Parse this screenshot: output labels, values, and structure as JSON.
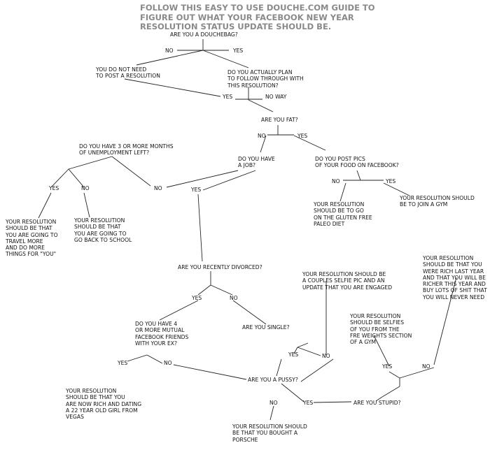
{
  "header": {
    "line1": "FOLLOW THIS EASY TO USE DOUCHE.COM GUIDE TO",
    "line2": "FIGURE OUT WHAT YOUR FACEBOOK NEW YEAR",
    "line3": "RESOLUTION STATUS UPDATE SHOULD BE."
  },
  "nodes": {
    "q_douchebag": [
      "ARE YOU A DOUCHEBAG?"
    ],
    "douchebag_no": [
      "NO"
    ],
    "douchebag_yes": [
      "YES"
    ],
    "r_no_need": [
      "YOU DO NOT NEED",
      "TO POST A RESOLUTION"
    ],
    "q_follow_through": [
      "DO YOU ACTUALLY PLAN",
      "TO FOLLOW THROUGH WITH",
      "THIS RESOLUTION?"
    ],
    "follow_yes": [
      "YES"
    ],
    "follow_no_way": [
      "NO WAY"
    ],
    "q_fat": [
      "ARE YOU FAT?"
    ],
    "fat_no": [
      "NO"
    ],
    "fat_yes": [
      "YES"
    ],
    "q_unemployment": [
      "DO YOU HAVE 3 OR MORE MONTHS",
      "OF UNEMPLOYMENT LEFT?"
    ],
    "q_job": [
      "DO YOU HAVE",
      "A JOB?"
    ],
    "q_food_pics": [
      "DO YOU POST PICS",
      "OF YOUR FOOD ON FACEBOOK?"
    ],
    "unemp_yes": [
      "YES"
    ],
    "unemp_no": [
      "NO"
    ],
    "job_no": [
      "NO"
    ],
    "job_yes": [
      "YES"
    ],
    "food_no": [
      "NO"
    ],
    "food_yes": [
      "YES"
    ],
    "r_gluten_free": [
      "YOUR RESOLUTION",
      "SHOULD BE TO GO",
      "ON THE GLUTEN FREE",
      "PALEO DIET"
    ],
    "r_gym": [
      "YOUR RESOLUTION SHOULD",
      "BE TO JOIN A GYM"
    ],
    "r_travel": [
      "YOUR RESOLUTION",
      "SHOULD BE THAT",
      "YOU ARE GOING TO",
      "TRAVEL MORE",
      "AND DO MORE",
      "THINGS FOR \"YOU\""
    ],
    "r_school": [
      "YOUR RESOLUTION",
      "SHOULD BE THAT",
      "YOU ARE GOING  TO",
      "GO BACK TO SCHOOL"
    ],
    "q_divorced": [
      "ARE YOU RECENTLY DIVORCED?"
    ],
    "r_selfie_engaged": [
      "YOUR RESOLUTION SHOULD BE",
      "A COUPLES SELFIE PIC AND AN",
      "UPDATE THAT YOU ARE ENGAGED"
    ],
    "r_rich_last_year": [
      "YOUR RESOLUTION",
      "SHOULD BE THAT YOU",
      "WERE RICH LAST YEAR",
      "AND THAT YOU WILL BE",
      "RICHER THIS YEAR AND",
      "BUY LOTS OF SHIT THAT",
      "YOU WILL NEVER NEED"
    ],
    "divorced_yes": [
      "YES"
    ],
    "divorced_no": [
      "NO"
    ],
    "q_mutual_friends": [
      "DO YOU HAVE 4",
      "OR MORE MUTUAL",
      "FACEBOOK FRIENDS",
      "WITH YOUR EX?"
    ],
    "q_single": [
      "ARE YOU SINGLE?"
    ],
    "r_selfies_gym": [
      "YOUR RESOLUTION",
      "SHOULD BE SELFIES",
      "OF YOU FROM THE",
      "FRE WEIGHTS SECTION",
      "OF A GYM"
    ],
    "single_yes": [
      "YES"
    ],
    "single_no": [
      "NO"
    ],
    "mutual_yes": [
      "YES"
    ],
    "mutual_no": [
      "NO"
    ],
    "stupid_yes_top": [
      "YES"
    ],
    "stupid_no_top": [
      "NO"
    ],
    "q_pussy": [
      "ARE YOU A PUSSY?"
    ],
    "r_rich_dating": [
      "YOUR RESOLUTION",
      "SHOULD BE THAT YOU",
      "ARE NOW RICH AND DATING",
      "A 22 YEAR OLD GIRL FROM",
      "VEGAS"
    ],
    "pussy_no": [
      "NO"
    ],
    "pussy_yes": [
      "YES"
    ],
    "q_stupid": [
      "ARE YOU STUPID?"
    ],
    "r_porsche": [
      "YOUR RESOLUTION SHOULD",
      "BE THAT YOU BOUGHT A",
      "PORSCHE"
    ]
  }
}
